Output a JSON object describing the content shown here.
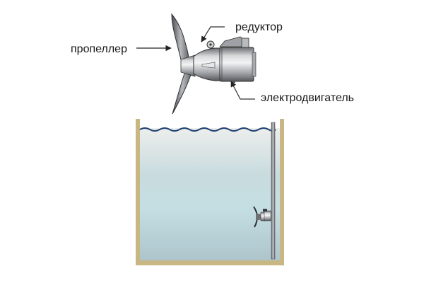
{
  "diagram": {
    "type": "submersible-mixer-installation",
    "labels": {
      "propeller": "пропеллер",
      "reductor": "редуктор",
      "motor": "электродвигатель"
    },
    "colors": {
      "tank_wall": "#c8b683",
      "water_top": "#eceeec",
      "water_mid": "#c4dfe3",
      "water_bottom": "#adc4cb",
      "wave_line": "#1f3f73",
      "guide_pole": "#8a8d91",
      "label_text": "#1a1a1a",
      "leader_line": "#333333"
    }
  }
}
